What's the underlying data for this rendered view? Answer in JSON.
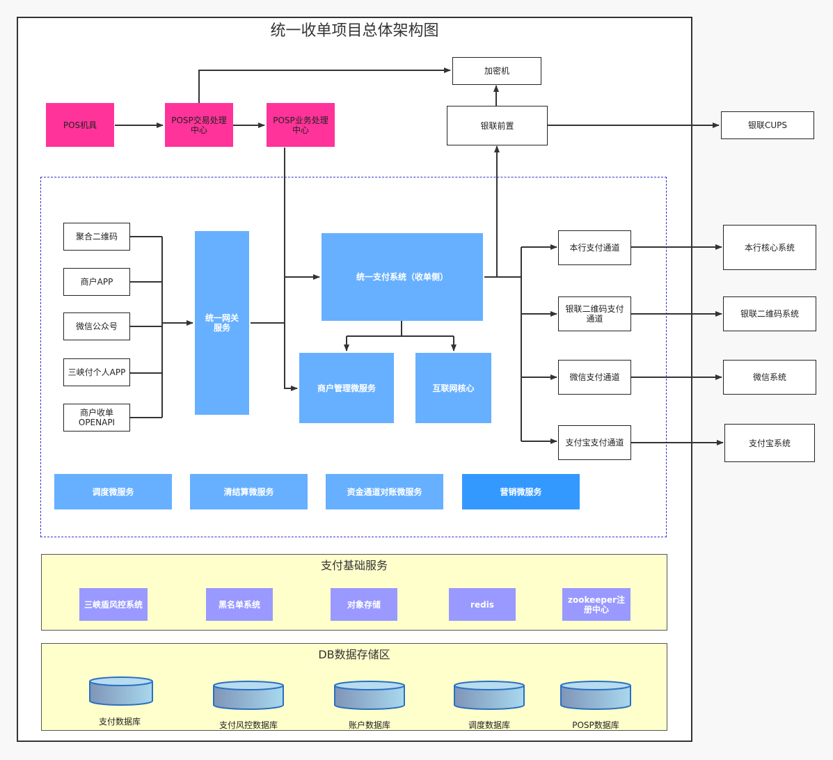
{
  "title": "统一收单项目总体架构图",
  "top": {
    "pos_device": "POS机具",
    "posp_trade": "POSP交易处理中心",
    "posp_business": "POSP业务处理中心",
    "encryptor": "加密机",
    "unionpay_front": "银联前置",
    "unionpay_cups": "银联CUPS"
  },
  "clients": [
    "聚合二维码",
    "商户APP",
    "微信公众号",
    "三峡付个人APP",
    "商户收单OPENAPI"
  ],
  "gateway": "统一网关服务",
  "unified_payment": "统一支付系统（收单侧）",
  "merchant_mgmt": "商户管理微服务",
  "internet_core": "互联网核心",
  "channels": [
    "本行支付通道",
    "银联二维码支付通道",
    "微信支付通道",
    "支付宝支付通道"
  ],
  "external_systems": [
    "本行核心系统",
    "银联二维码系统",
    "微信系统",
    "支付宝系统"
  ],
  "micro_services": [
    "调度微服务",
    "清结算微服务",
    "资金通道对账微服务",
    "营销微服务"
  ],
  "base_services": {
    "title": "支付基础服务",
    "items": [
      "三峡盾风控系统",
      "黑名单系统",
      "对象存储",
      "redis",
      "zookeeper注册中心"
    ]
  },
  "db_area": {
    "title": "DB数据存储区",
    "items": [
      "支付数据库",
      "支付风控数据库",
      "账户数据库",
      "调度数据库",
      "POSP数据库"
    ]
  },
  "colors": {
    "pink": "#ff3399",
    "light_blue": "#66b0ff",
    "dark_blue": "#3399ff",
    "purple": "#9999ff",
    "panel_yellow": "#ffffcc",
    "dashed_border": "#3333cc"
  }
}
